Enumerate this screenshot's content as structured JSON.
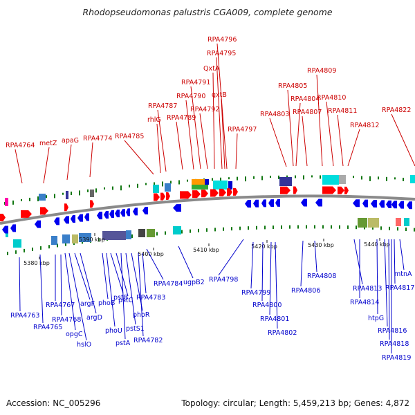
{
  "title": "Rhodopseudomonas palustris CGA009, complete genome",
  "footer": {
    "accession": "Accession: NC_005296",
    "summary": "Topology: circular; Length: 5,459,213 bp; Genes: 4,872"
  },
  "colors": {
    "forward": "#ff0000",
    "reverse": "#0000ee",
    "top_label": "#cc0000",
    "bottom_label": "#0000cc",
    "backbone": "#888888",
    "gc_dots": "#117711"
  },
  "scale": {
    "ticks": [
      "5380 kbp",
      "5390 kbp",
      "5400 kbp",
      "5410 kbp",
      "5420 kbp",
      "5430 kbp",
      "5440 kbp"
    ]
  },
  "top_labels": [
    "RPA4764",
    "metZ",
    "apaG",
    "RPA4774",
    "RPA4785",
    "rhlG",
    "RPA4787",
    "RPA4789",
    "RPA4790",
    "RPA4791",
    "RPA4792",
    "QxtA",
    "RPA4795",
    "RPA4796",
    "qxtB",
    "RPA4797",
    "RPA4803",
    "RPA4804",
    "RPA4805",
    "RPA4807",
    "RPA4809",
    "RPA4810",
    "RPA4811",
    "RPA4812",
    "RPA4822"
  ],
  "bottom_labels": [
    "RPA4763",
    "RPA4765",
    "RPA4767",
    "RPA4768",
    "opgC",
    "hslO",
    "argF",
    "argD",
    "phoB",
    "phoU",
    "pstB",
    "pstC",
    "pstA",
    "pstS1",
    "phoR",
    "RPA4782",
    "RPA4783",
    "RPA4784",
    "ugpB2",
    "RPA4798",
    "RPA4799",
    "RPA4800",
    "RPA4801",
    "RPA4802",
    "RPA4806",
    "RPA4808",
    "RPA4813",
    "RPA4814",
    "htpG",
    "RPA4816",
    "RPA4817",
    "RPA4818",
    "RPA4819",
    "mtnA"
  ]
}
